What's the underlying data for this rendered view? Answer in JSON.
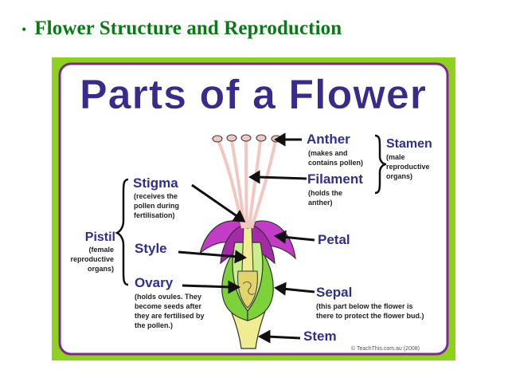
{
  "slide": {
    "bullet": "•",
    "title": "Flower Structure and Reproduction"
  },
  "poster": {
    "title": "Parts of a Flower",
    "labels": {
      "anther": {
        "name": "Anther",
        "desc": [
          "(makes and",
          "contains pollen)"
        ]
      },
      "filament": {
        "name": "Filament",
        "desc": [
          "(holds the",
          "anther)"
        ]
      },
      "stamen": {
        "name": "Stamen",
        "desc": [
          "(male",
          "reproductive",
          "organs)"
        ]
      },
      "stigma": {
        "name": "Stigma",
        "desc": [
          "(receives the",
          "pollen during",
          "fertilisation)"
        ]
      },
      "pistil": {
        "name": "Pistil",
        "desc": [
          "(female",
          "reproductive",
          "organs)"
        ]
      },
      "style": {
        "name": "Style"
      },
      "petal": {
        "name": "Petal"
      },
      "ovary": {
        "name": "Ovary",
        "desc": [
          "(holds ovules. They",
          "become seeds after",
          "they are fertilised by",
          "the pollen.)"
        ]
      },
      "sepal": {
        "name": "Sepal",
        "desc": [
          "(this part below the flower is",
          "there to protect the flower bud.)"
        ]
      },
      "stem": {
        "name": "Stem"
      }
    },
    "copyright": "© TeachThis.com.au (2008)",
    "colors": {
      "frame": "#8ed11e",
      "title": "#3a2a8c",
      "label": "#2f2f8f",
      "desc": "#222222",
      "petal": "#c23cc6",
      "sepal": "#7dd23a",
      "stem": "#f0ec93"
    }
  }
}
